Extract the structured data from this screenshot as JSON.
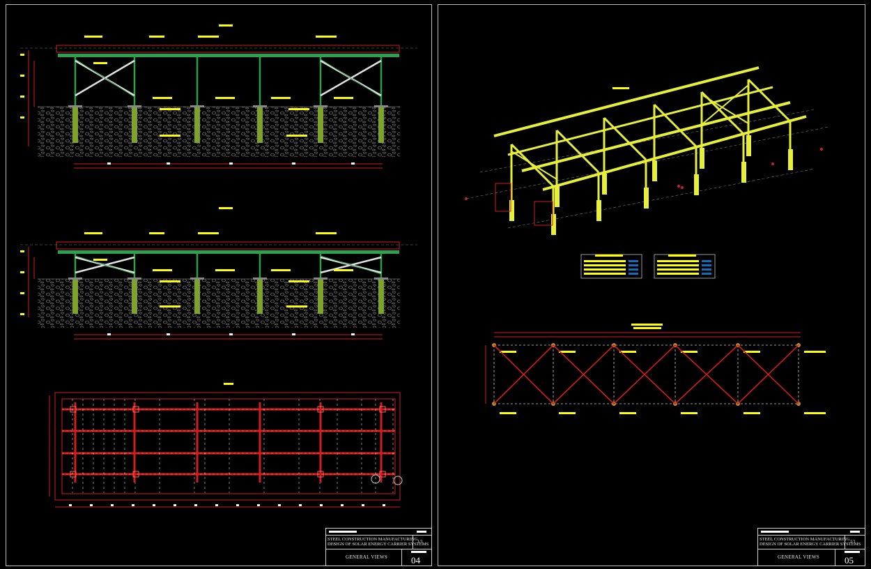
{
  "colors": {
    "background": "#000000",
    "frame": "#bfbfbf",
    "steel": "#2ea04a",
    "gravel": "#6a6a6a",
    "dimension": "#d21e1e",
    "label": "#ffff00",
    "bracing": "#e2e2e2",
    "isometric": "#e6ef3a",
    "accent": "#0f6fb8"
  },
  "sheets": [
    {
      "line1": "STEEL CONSTRUCTION MANUFACTURING",
      "line2": "DESIGN OF SOLAR ENERGY CARRIER SYSTEMS",
      "sheet_no": "1/1",
      "title": "GENERAL VIEWS",
      "page": "04"
    },
    {
      "line1": "STEEL CONSTRUCTION MANUFACTURING",
      "line2": "DESIGN OF SOLAR ENERGY CARRIER SYSTEMS",
      "sheet_no": "1/1",
      "title": "GENERAL VIEWS",
      "page": "05"
    }
  ]
}
